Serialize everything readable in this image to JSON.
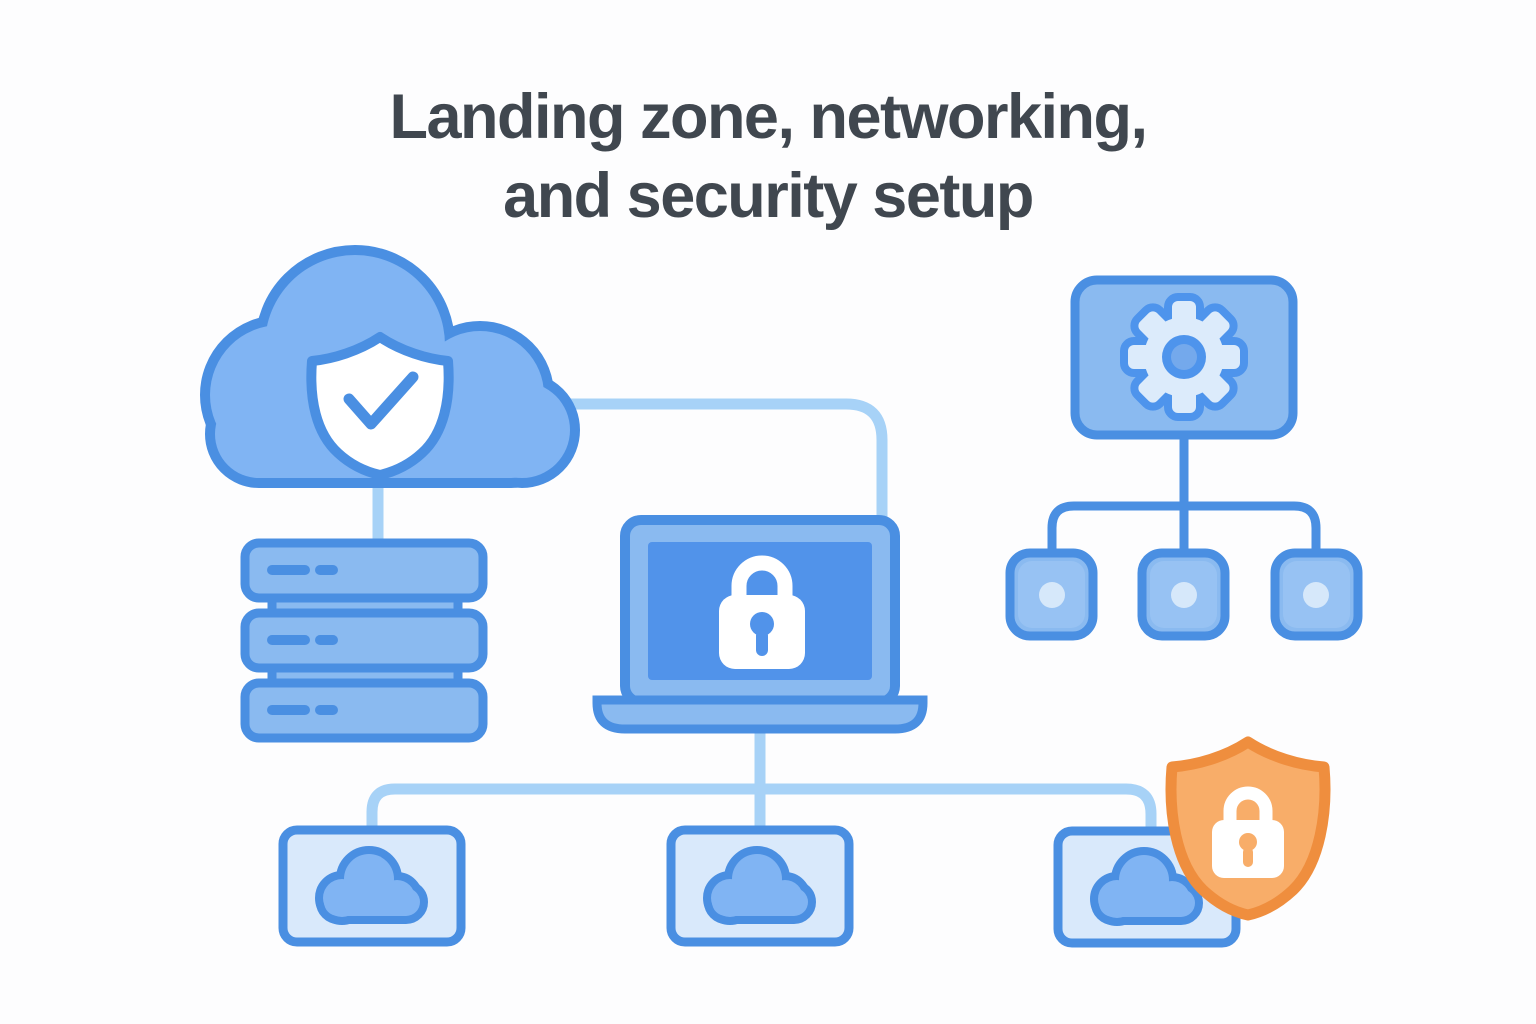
{
  "title": {
    "line1": "Landing zone, networking,",
    "line2": "and security setup"
  },
  "illustration": {
    "nodes": [
      {
        "name": "secure-cloud",
        "icon": "cloud-shield-check-icon"
      },
      {
        "name": "settings-panel",
        "icon": "gear-icon"
      },
      {
        "name": "server-stack",
        "icon": "server-rack-icon",
        "rack_units": 3
      },
      {
        "name": "secure-laptop",
        "icon": "laptop-lock-icon"
      },
      {
        "name": "network-tree",
        "icon": "network-node-icon",
        "node_count": 3
      },
      {
        "name": "cloud-workloads",
        "icon": "cloud-box-icon",
        "box_count": 3
      },
      {
        "name": "security-shield",
        "icon": "shield-lock-icon"
      }
    ]
  },
  "colors": {
    "background": "#FDFDFE",
    "title-text": "#40474F",
    "stroke-blue": "#4A8FE2",
    "cloud-fill": "#80B4F3",
    "node-fill": "#8ABAF0",
    "inner-fill": "#97C2F3",
    "screen-blue": "#5193EA",
    "light-fill": "#D9E9FB",
    "gear-fill": "#DCEBFB",
    "gear-stroke": "#4E94EC",
    "gear-hub": "#74A9EC",
    "connector-light": "#A7D2F7",
    "connector-dark": "#4A8FE2",
    "dot-fill": "#D6E8FA",
    "shield-orange-fill": "#F8AD69",
    "shield-orange-stroke": "#EF8E3E",
    "lock-white": "#FFFFFF"
  }
}
